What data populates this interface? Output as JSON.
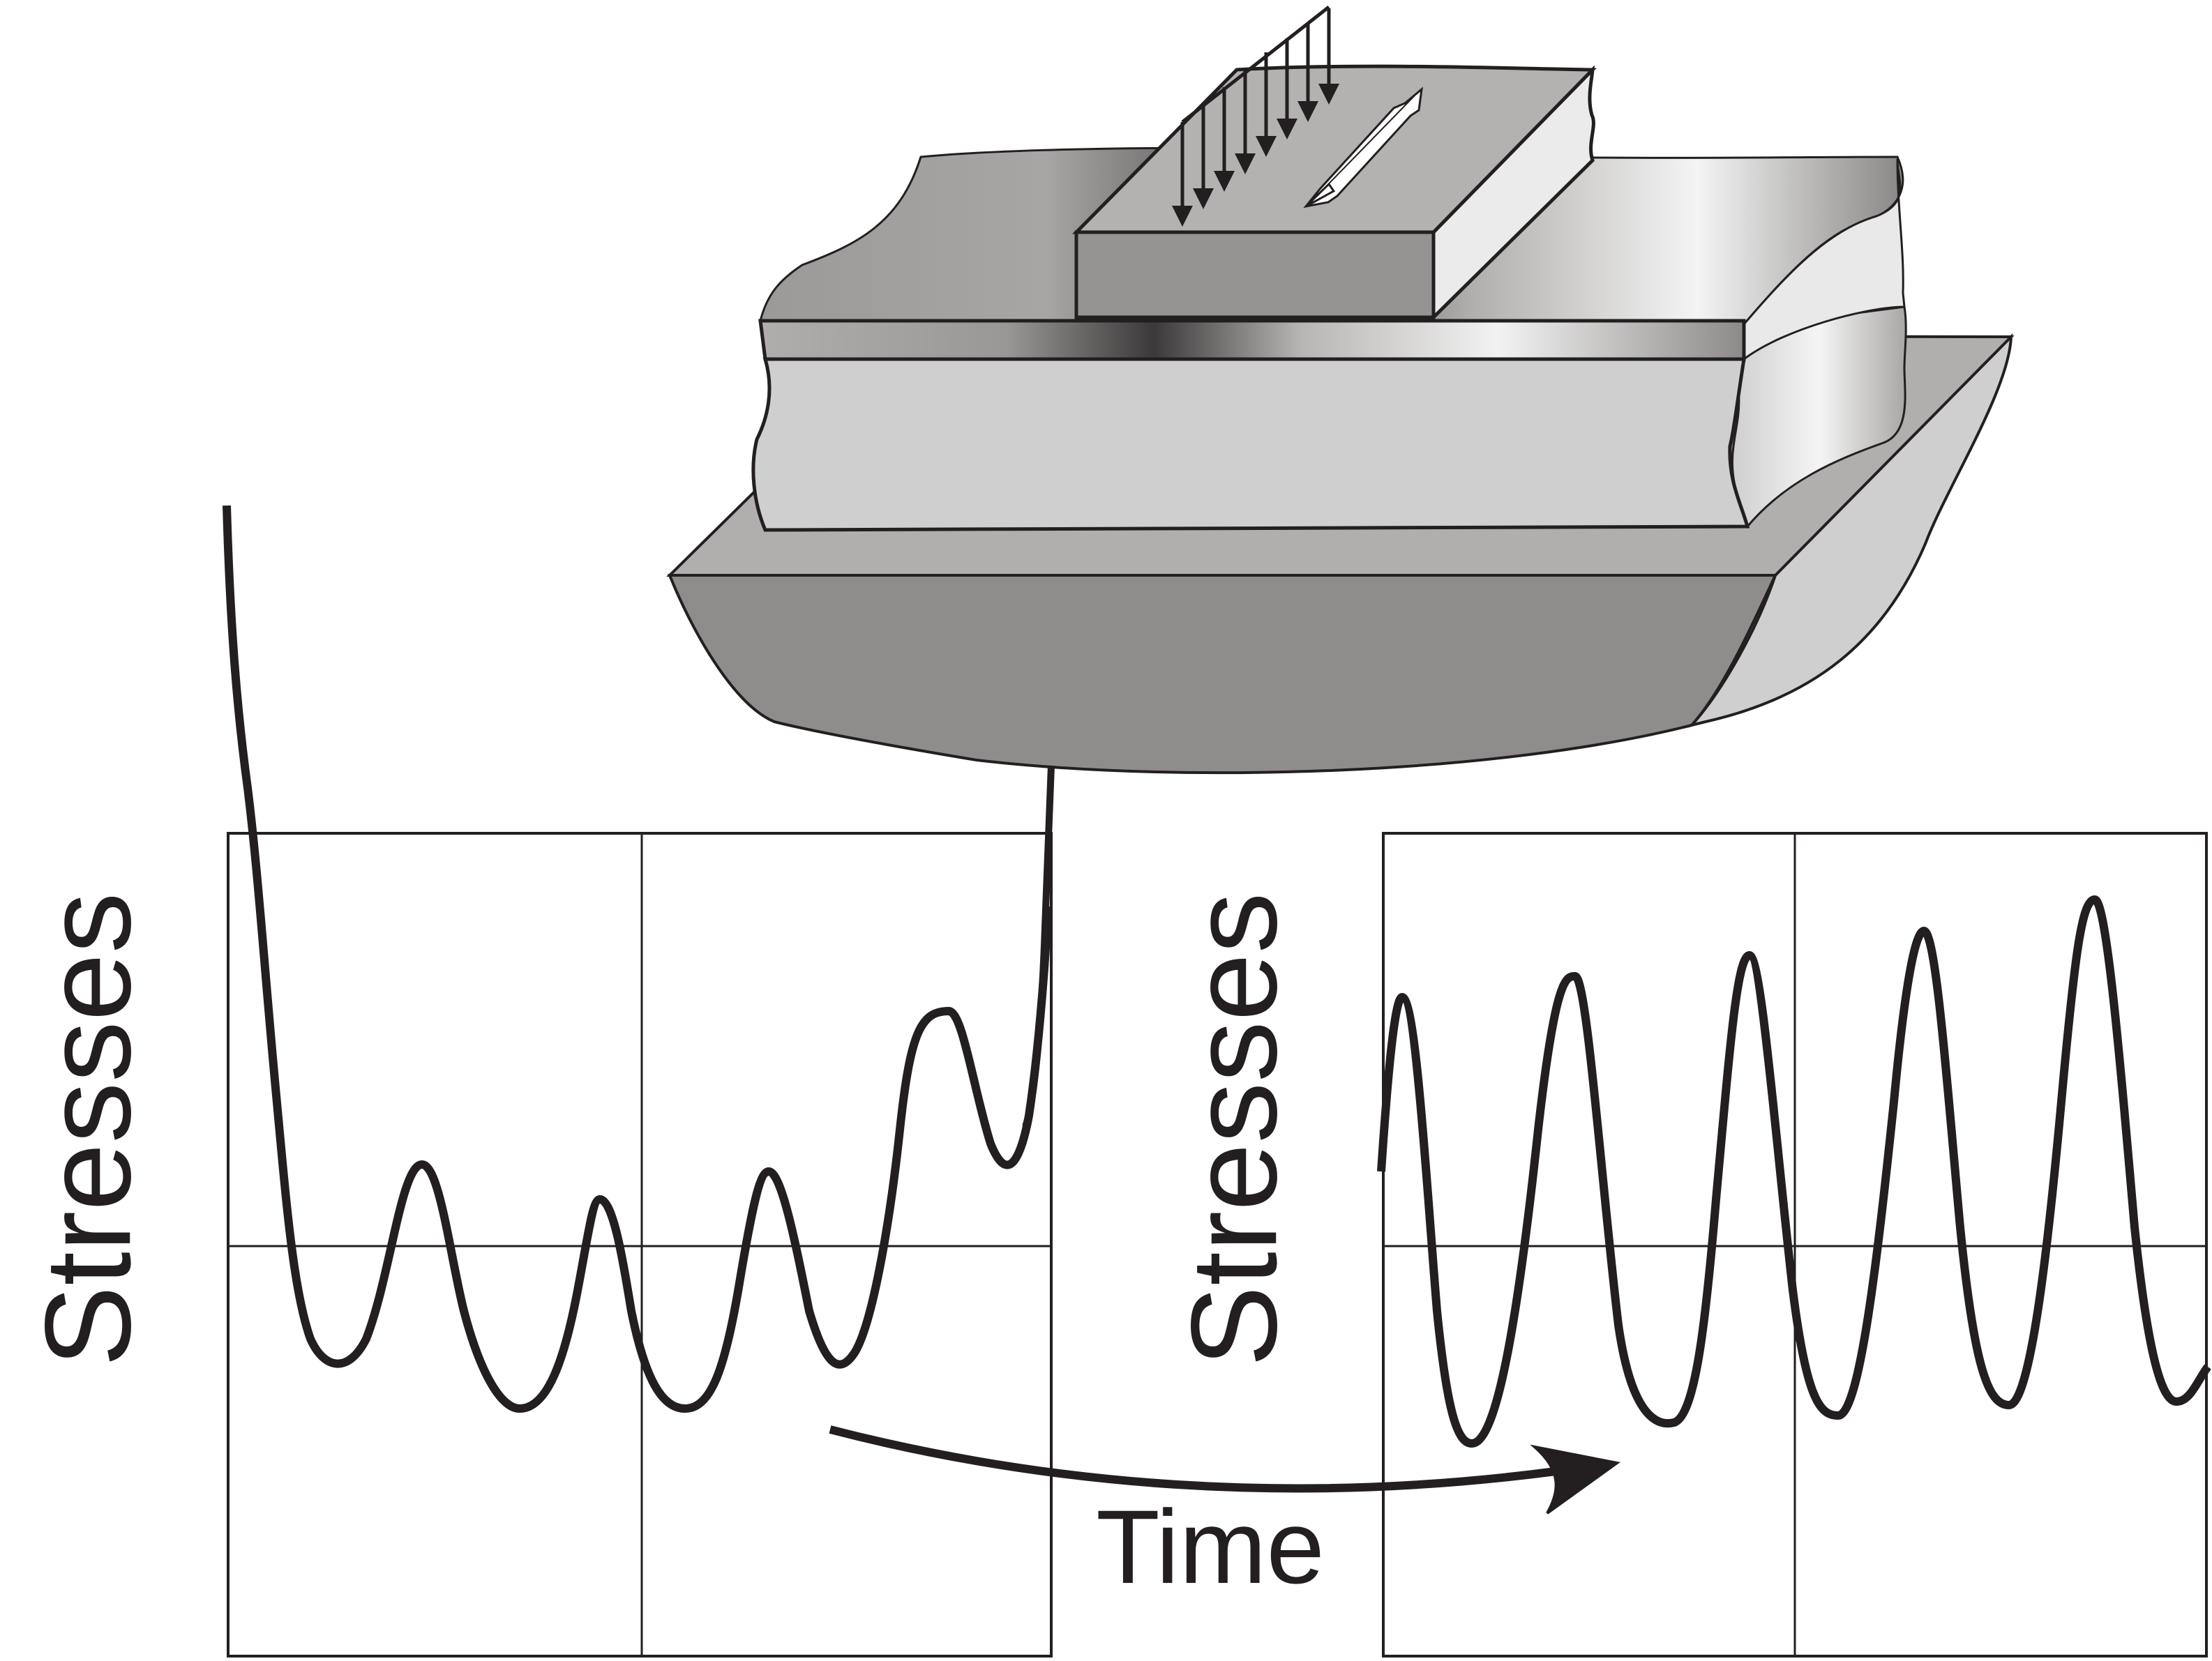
{
  "labels": {
    "left_axis": "Stresses",
    "right_axis": "Stresses",
    "time": "Time"
  },
  "colors": {
    "ink": "#231f20",
    "gray_dark": "#8f8d8b",
    "gray_mid": "#b3b1af",
    "gray_light": "#d0d0d0",
    "highlight": "#f4f4f4"
  },
  "icons": {
    "load_arrows": "downward-arrow-row",
    "sliding_direction": "double-headed-arrow",
    "time_arrow": "curved-arrow-right"
  }
}
